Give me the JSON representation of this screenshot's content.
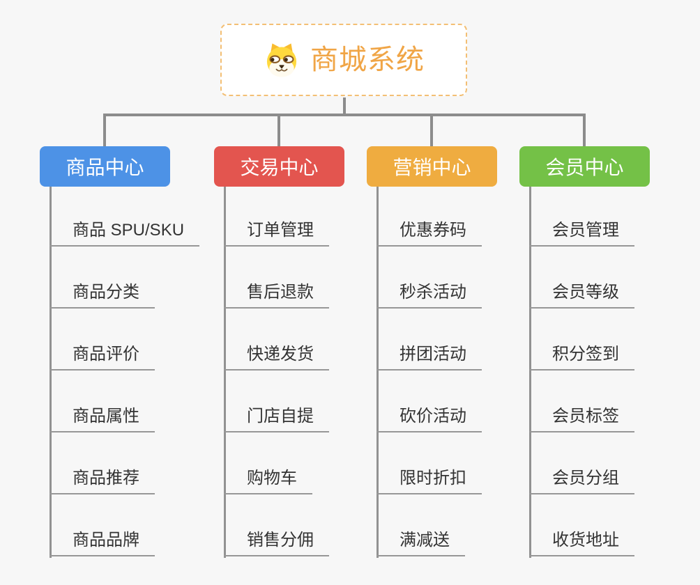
{
  "root": {
    "title": "商城系统",
    "icon": "dog-face-icon",
    "accent_color": "#f0a546",
    "border_color": "#f3bf74"
  },
  "branches": [
    {
      "label": "商品中心",
      "color": "#4d92e6",
      "children": [
        "商品 SPU/SKU",
        "商品分类",
        "商品评价",
        "商品属性",
        "商品推荐",
        "商品品牌"
      ]
    },
    {
      "label": "交易中心",
      "color": "#e3554f",
      "children": [
        "订单管理",
        "售后退款",
        "快递发货",
        "门店自提",
        "购物车",
        "销售分佣"
      ]
    },
    {
      "label": "营销中心",
      "color": "#efac40",
      "children": [
        "优惠券码",
        "秒杀活动",
        "拼团活动",
        "砍价活动",
        "限时折扣",
        "满减送"
      ]
    },
    {
      "label": "会员中心",
      "color": "#74c147",
      "children": [
        "会员管理",
        "会员等级",
        "积分签到",
        "会员标签",
        "会员分组",
        "收货地址"
      ]
    }
  ],
  "connector_color": "#8c8c8c"
}
